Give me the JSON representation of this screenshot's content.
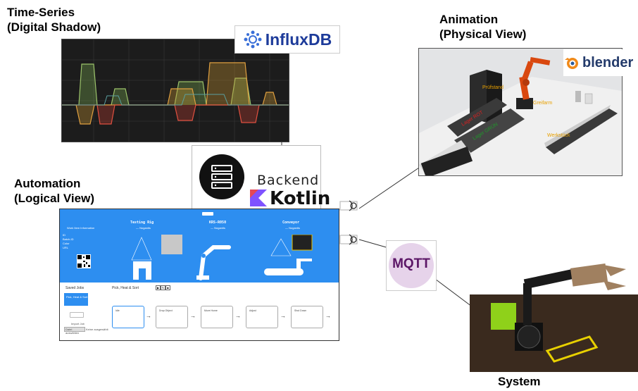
{
  "headings": {
    "timeseries": "Time-Series\n(Digital Shadow)",
    "animation": "Animation\n(Physical View)",
    "automation": "Automation\n(Logical View)",
    "system": "System"
  },
  "logos": {
    "influx": "InfluxDB",
    "backend": "Backend",
    "kotlin": "Kotlin",
    "blender": "blender",
    "mqtt": "MQTT"
  },
  "animation_labels": {
    "pruefstand": "Prüfstand",
    "greifarm": "Greifarm",
    "werkstueck": "Werkstück",
    "lager_rot": "Lager ROT",
    "lager_gruen": "Lager GRÜN"
  },
  "automation_ui": {
    "work_item_info": "Work Item Information",
    "sections": [
      "Testing Rig",
      "KRS-R050",
      "Conveyor"
    ],
    "section_sub": [
      "— Nogantis",
      "— Nogantis",
      "— Nogantis"
    ],
    "fields": [
      "ID",
      "Batch-ID",
      "Color",
      "URL"
    ],
    "saved_jobs": "Saved Jobs",
    "job_item": "Pick, Heat & Sort",
    "job_title": "Pick, Heat & Sort",
    "steps": [
      "Idle",
      "Drop Object",
      "Move Home",
      "Adjust",
      "Shut Down"
    ],
    "save_button": "Datei auswählen",
    "no_file": "Keine ausgewählt",
    "import_label": "Import Job"
  },
  "colors": {
    "automation_blue": "#2d8ef0",
    "mqtt_purple": "#5b1666",
    "influx_blue": "#1d3b9a"
  }
}
